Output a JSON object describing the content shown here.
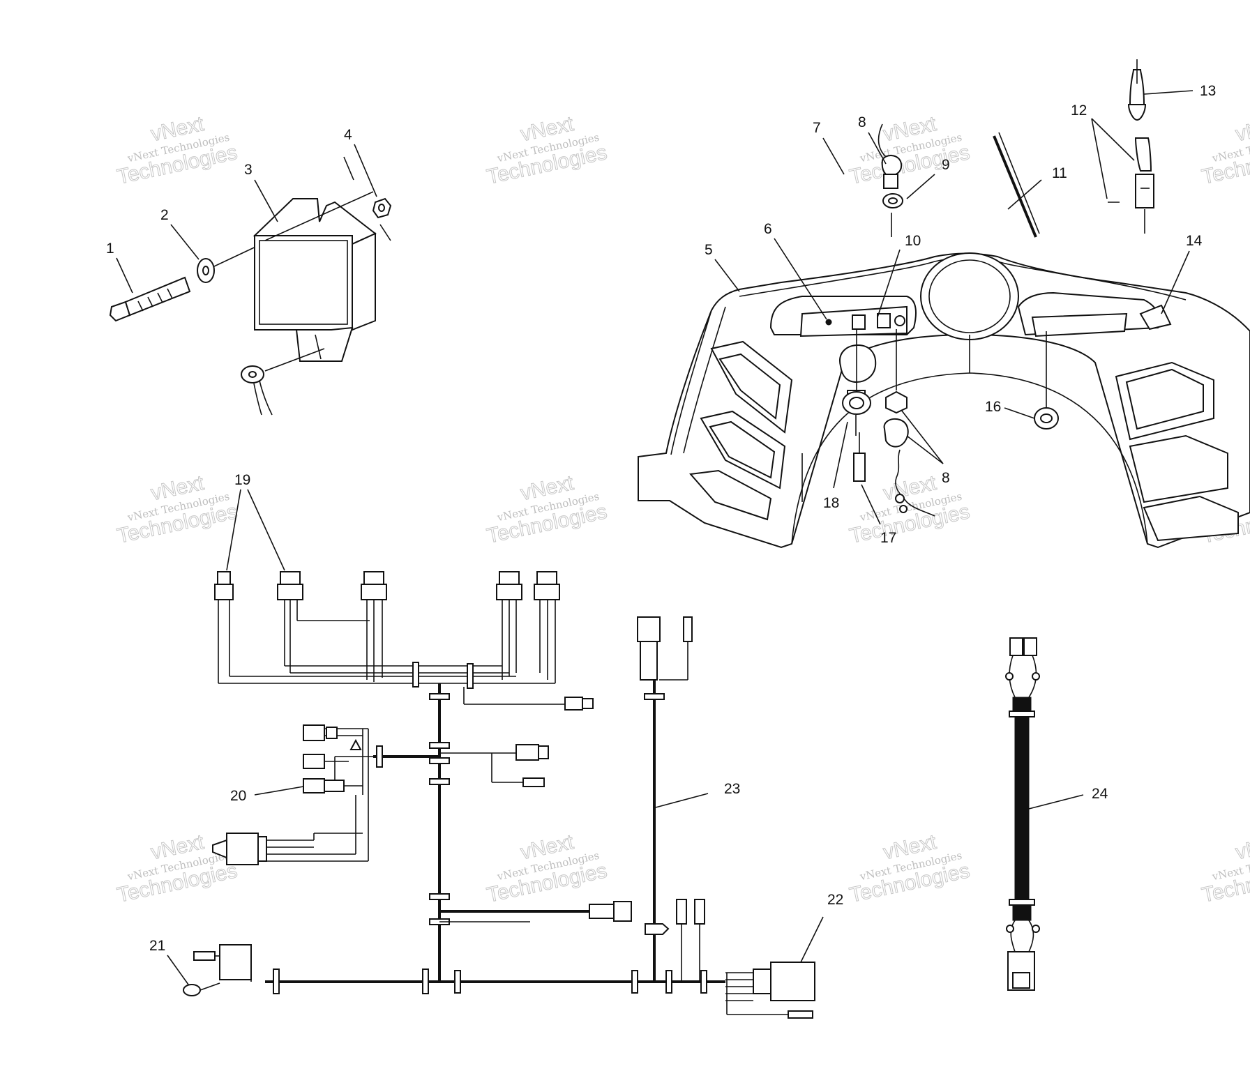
{
  "watermark": {
    "line1": "vNext",
    "line2": "vNext Technologies",
    "line3": "Technologies"
  },
  "callouts": {
    "c1": "1",
    "c2": "2",
    "c3": "3",
    "c4": "4",
    "c5": "5",
    "c6": "6",
    "c7": "7",
    "c8a": "8",
    "c8b": "8",
    "c9": "9",
    "c10": "10",
    "c11": "11",
    "c12": "12",
    "c13": "13",
    "c14": "14",
    "c16": "16",
    "c17": "17",
    "c18": "18",
    "c19": "19",
    "c20": "20",
    "c21": "21",
    "c22": "22",
    "c23": "23",
    "c24": "24"
  }
}
